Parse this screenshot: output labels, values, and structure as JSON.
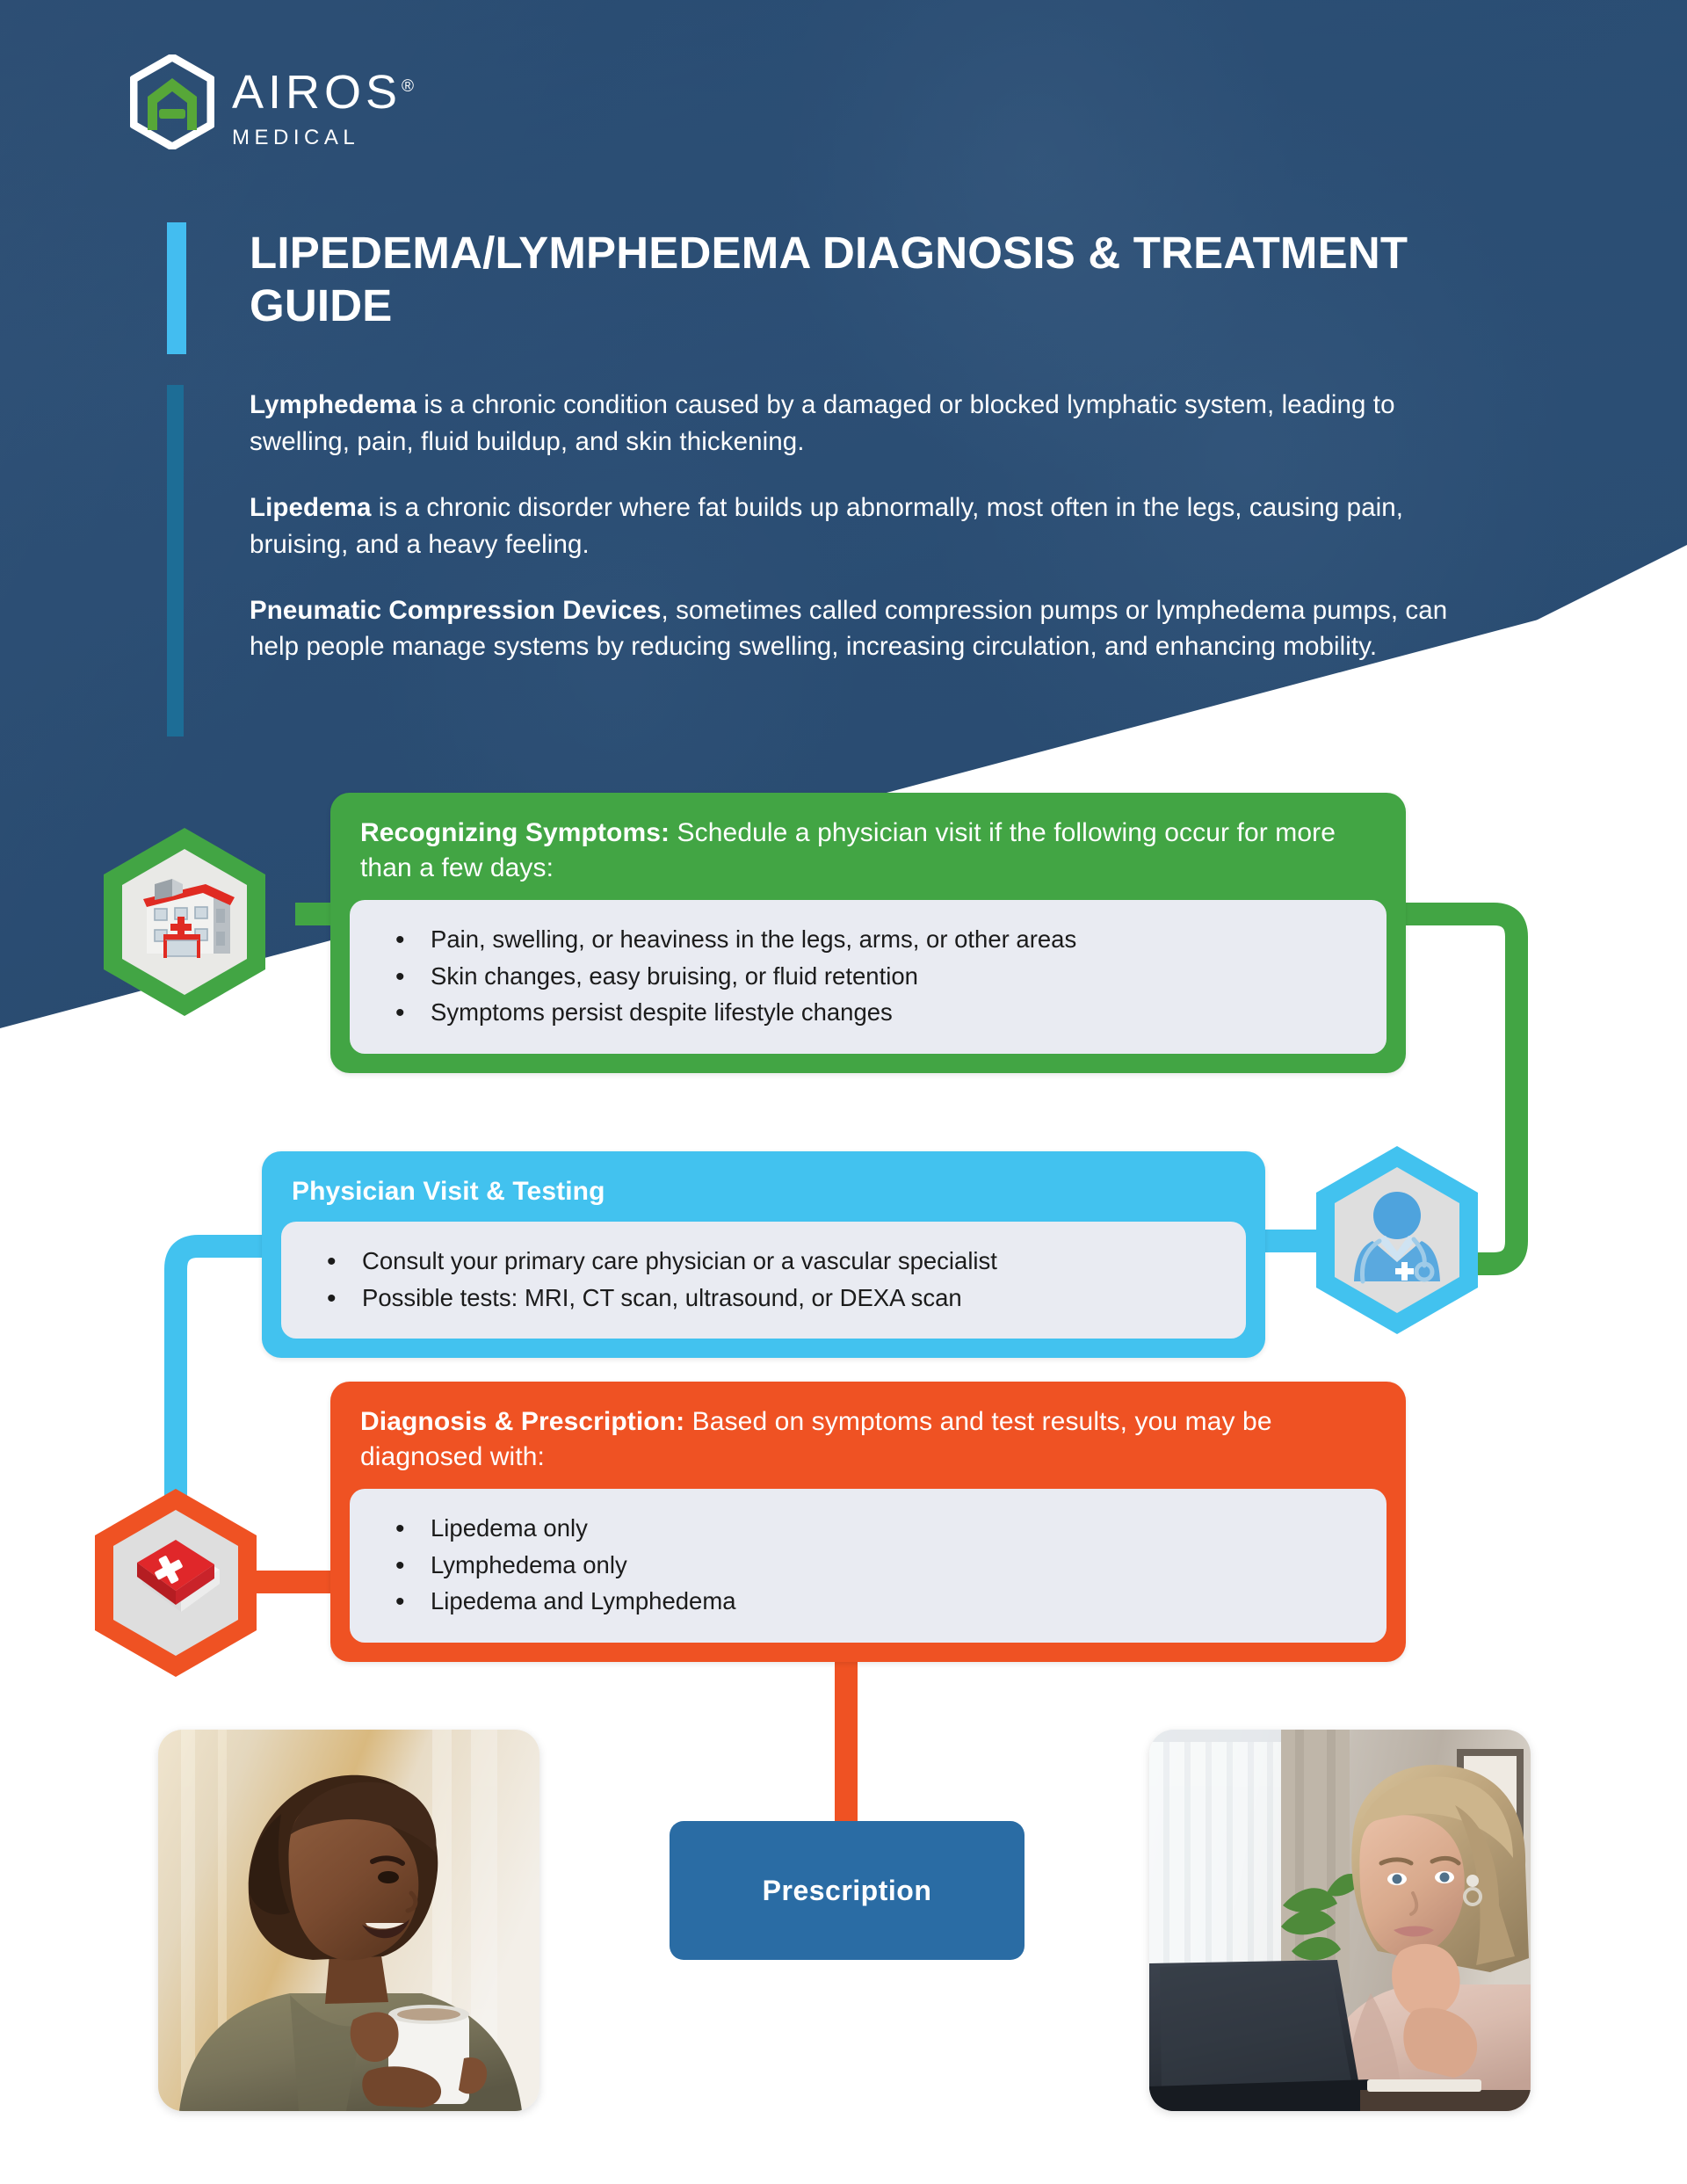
{
  "brand": {
    "logo_icon": "airos-hexagon-a-logo",
    "name": "AIROS",
    "registered_mark": "®",
    "subtitle": "MEDICAL"
  },
  "colors": {
    "hero_blue": "#2f5075",
    "accent_cyan": "#43bdf0",
    "accent_teal": "#1d6d96",
    "green": "#42a544",
    "blue": "#42c2ef",
    "orange": "#ef5223",
    "button_blue": "#2a6ca4",
    "card_body_bg": "#e9ebf2",
    "logo_green": "#57a738"
  },
  "header": {
    "title": "LIPEDEMA/LYMPHEDEMA DIAGNOSIS & TREATMENT GUIDE",
    "paragraphs": [
      {
        "lead": "Lymphedema",
        "rest": " is a chronic condition caused by a damaged or blocked lymphatic system, leading to swelling, pain, fluid buildup, and skin thickening."
      },
      {
        "lead": "Lipedema",
        "rest": " is a chronic disorder where fat builds up abnormally, most often in the legs, causing pain, bruising, and a heavy feeling."
      },
      {
        "lead": "Pneumatic Compression Devices",
        "rest": ", sometimes called compression pumps or lymphedema pumps, can help people manage systems by reducing swelling, increasing circulation, and enhancing mobility."
      }
    ]
  },
  "flow": {
    "steps": [
      {
        "id": "recognizing-symptoms",
        "icon": "hospital-building-icon",
        "color": "#42a544",
        "heading_bold": "Recognizing Symptoms:",
        "heading_rest": " Schedule a physician visit if the following occur for more than a few days:",
        "bullets": [
          "Pain, swelling, or heaviness in the legs, arms, or other areas",
          "Skin changes, easy bruising, or fluid retention",
          "Symptoms persist despite lifestyle changes"
        ]
      },
      {
        "id": "physician-visit-testing",
        "icon": "doctor-icon",
        "color": "#42c2ef",
        "heading_bold": "Physician Visit & Testing",
        "heading_rest": "",
        "bullets": [
          "Consult your primary care physician or a vascular specialist",
          "Possible tests: MRI, CT scan, ultrasound, or DEXA scan"
        ]
      },
      {
        "id": "diagnosis-prescription",
        "icon": "medical-book-icon",
        "color": "#ef5223",
        "heading_bold": "Diagnosis & Prescription:",
        "heading_rest": " Based on symptoms and test results, you may be diagnosed with:",
        "bullets": [
          "Lipedema only",
          "Lymphedema only",
          "Lipedema and Lymphedema"
        ]
      }
    ],
    "outcome_button": "Prescription"
  },
  "photos": {
    "left": {
      "alt": "smiling-woman-holding-mug-photo"
    },
    "right": {
      "alt": "woman-looking-at-laptop-photo"
    }
  }
}
